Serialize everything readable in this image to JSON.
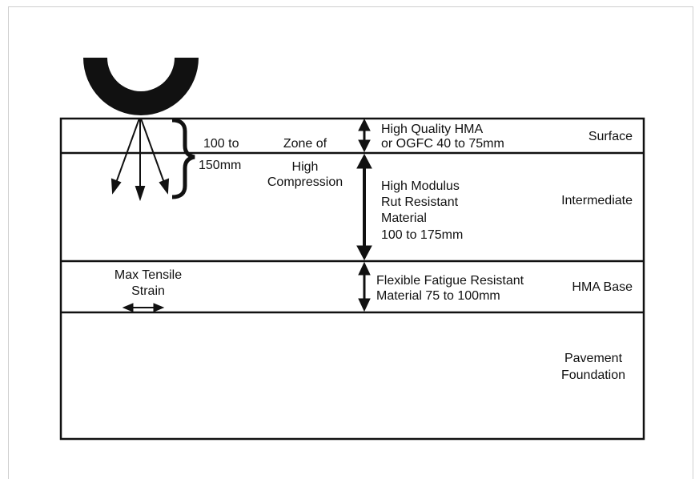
{
  "layers": [
    {
      "name": "Surface",
      "description_line1": "High Quality HMA",
      "description_line2": "or OGFC 40 to 75mm"
    },
    {
      "name": "Intermediate",
      "description_lines": [
        "High Modulus",
        "Rut Resistant",
        "Material",
        "100 to 175mm"
      ]
    },
    {
      "name": "HMA Base",
      "description_line1": "Flexible Fatigue Resistant",
      "description_line2": "Material 75 to 100mm"
    },
    {
      "name_line1": "Pavement",
      "name_line2": "Foundation"
    }
  ],
  "compression_zone": {
    "range_line1": "100 to",
    "range_line2": "150mm",
    "label_line1": "Zone of",
    "label_line2": "High",
    "label_line3": "Compression"
  },
  "tensile": {
    "label_line1": "Max Tensile",
    "label_line2": "Strain"
  },
  "colors": {
    "ink": "#111111",
    "background": "#ffffff"
  }
}
